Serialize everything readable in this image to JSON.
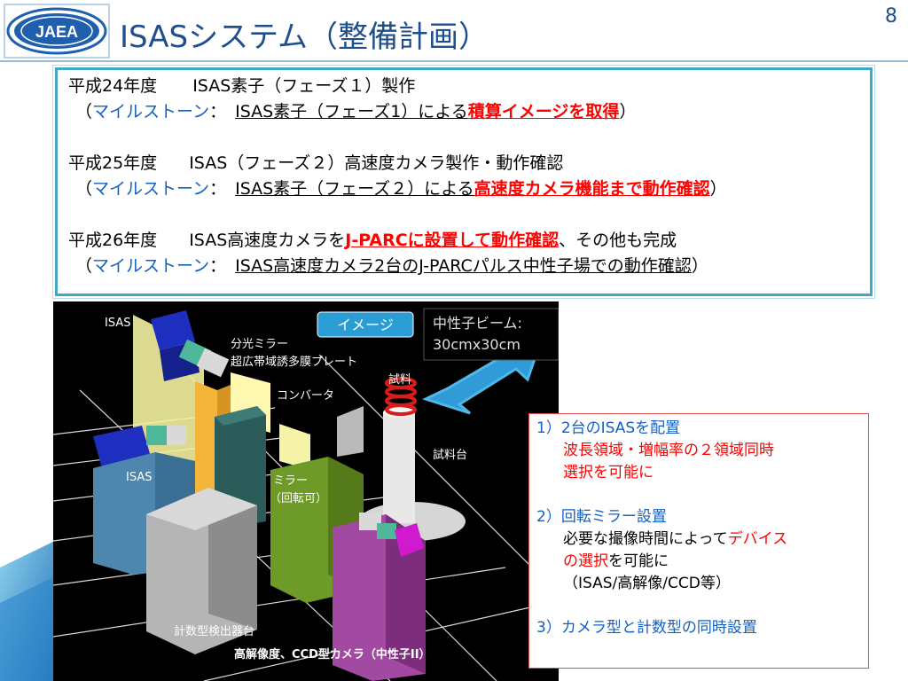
{
  "header": {
    "logo_text": "JAEA",
    "title": "ISASシステム（整備計画）",
    "page_number": "8"
  },
  "schedule": {
    "y24": {
      "head": "平成24年度",
      "desc": "ISAS素子（フェーズ１）製作",
      "ms_label": "マイルストーン",
      "ms_text": "ISAS素子（フェーズ1）による",
      "ms_red": "積算イメージを取得"
    },
    "y25": {
      "head": "平成25年度",
      "desc": "ISAS（フェーズ２）高速度カメラ製作・動作確認",
      "ms_label": "マイルストーン",
      "ms_text": "ISAS素子（フェーズ２）による",
      "ms_red": "高速度カメラ機能まで動作確認"
    },
    "y26": {
      "head": "平成26年度",
      "desc_pre": "ISAS高速度カメラを",
      "desc_red": "J-PARCに設置して動作確認",
      "desc_post": "、その他も完成",
      "ms_label": "マイルストーン",
      "ms_text": "ISAS高速度カメラ2台のJ-PARCパルス中性子場での動作確認"
    }
  },
  "image": {
    "badge": "イメージ",
    "beam_line1": "中性子ビーム:",
    "beam_line2": "30cmx30cm",
    "labels": {
      "isas_top": "ISAS",
      "mirror1": "分光ミラー",
      "mirror2": "超広帯域誘多膜プレート",
      "converter": "コンバータ",
      "sample": "試料",
      "sample_stage": "試料台",
      "isas_left": "ISAS",
      "mirror_rot1": "ミラー",
      "mirror_rot2": "（回転可）",
      "counter": "計数型検出器台",
      "camera": "高解像度、CCD型カメラ（中性子II）"
    }
  },
  "legend": {
    "l1": "1）2台のISASを配置",
    "l1a": "波長領域・増幅率の２領域同時",
    "l1b": "選択を可能に",
    "l2": "2）回転ミラー設置",
    "l2a_pre": "必要な撮像時間によって",
    "l2a_red": "デバイス",
    "l2b_red": "の選択",
    "l2b_post": "を可能に",
    "l2c": "（ISAS/高解像/CCD等）",
    "l3": "3）カメラ型と計数型の同時設置"
  },
  "colors": {
    "title": "#1f4e8c",
    "accent_blue": "#1360c4",
    "accent_red": "#ff0000",
    "frame": "#3fa9c7"
  }
}
